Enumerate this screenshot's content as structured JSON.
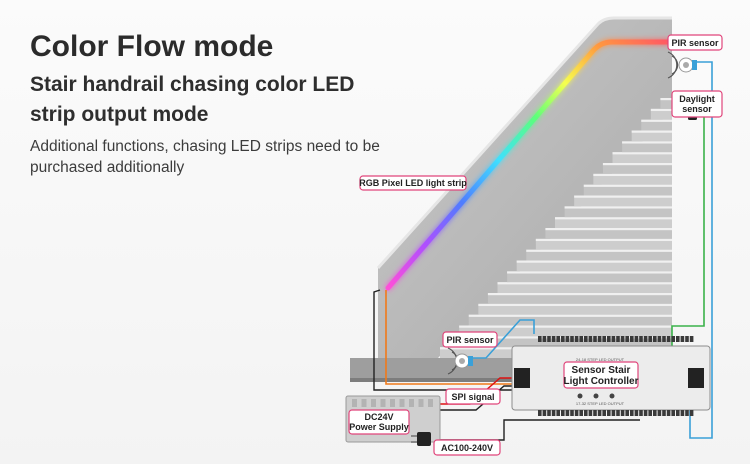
{
  "heading": {
    "title": "Color Flow mode",
    "subtitle": "Stair handrail chasing color LED strip output mode",
    "note": "Additional functions, chasing LED strips need to be purchased additionally"
  },
  "labels": {
    "pir_top": "PIR sensor",
    "daylight_1": "Daylight",
    "daylight_2": "sensor",
    "rgb_strip": "RGB Pixel LED light strip",
    "pir_bottom": "PIR sensor",
    "spi": "SPI signal",
    "ac": "AC100-240V",
    "psu_1": "DC24V",
    "psu_2": "Power Supply",
    "controller_1": "Sensor Stair",
    "controller_2": "Light Controller",
    "ctrl_top_text": "24-18 STEP LED OUTPUT",
    "ctrl_bottom_text": "17-32 STEP LED OUTPUT"
  },
  "colors": {
    "wire_blue": "#3aa0d8",
    "wire_green": "#3bb24a",
    "wire_orange": "#f07a1a",
    "wire_black": "#222222",
    "label_border": "#e0457b",
    "stair_gray": "#b9b9b9"
  }
}
